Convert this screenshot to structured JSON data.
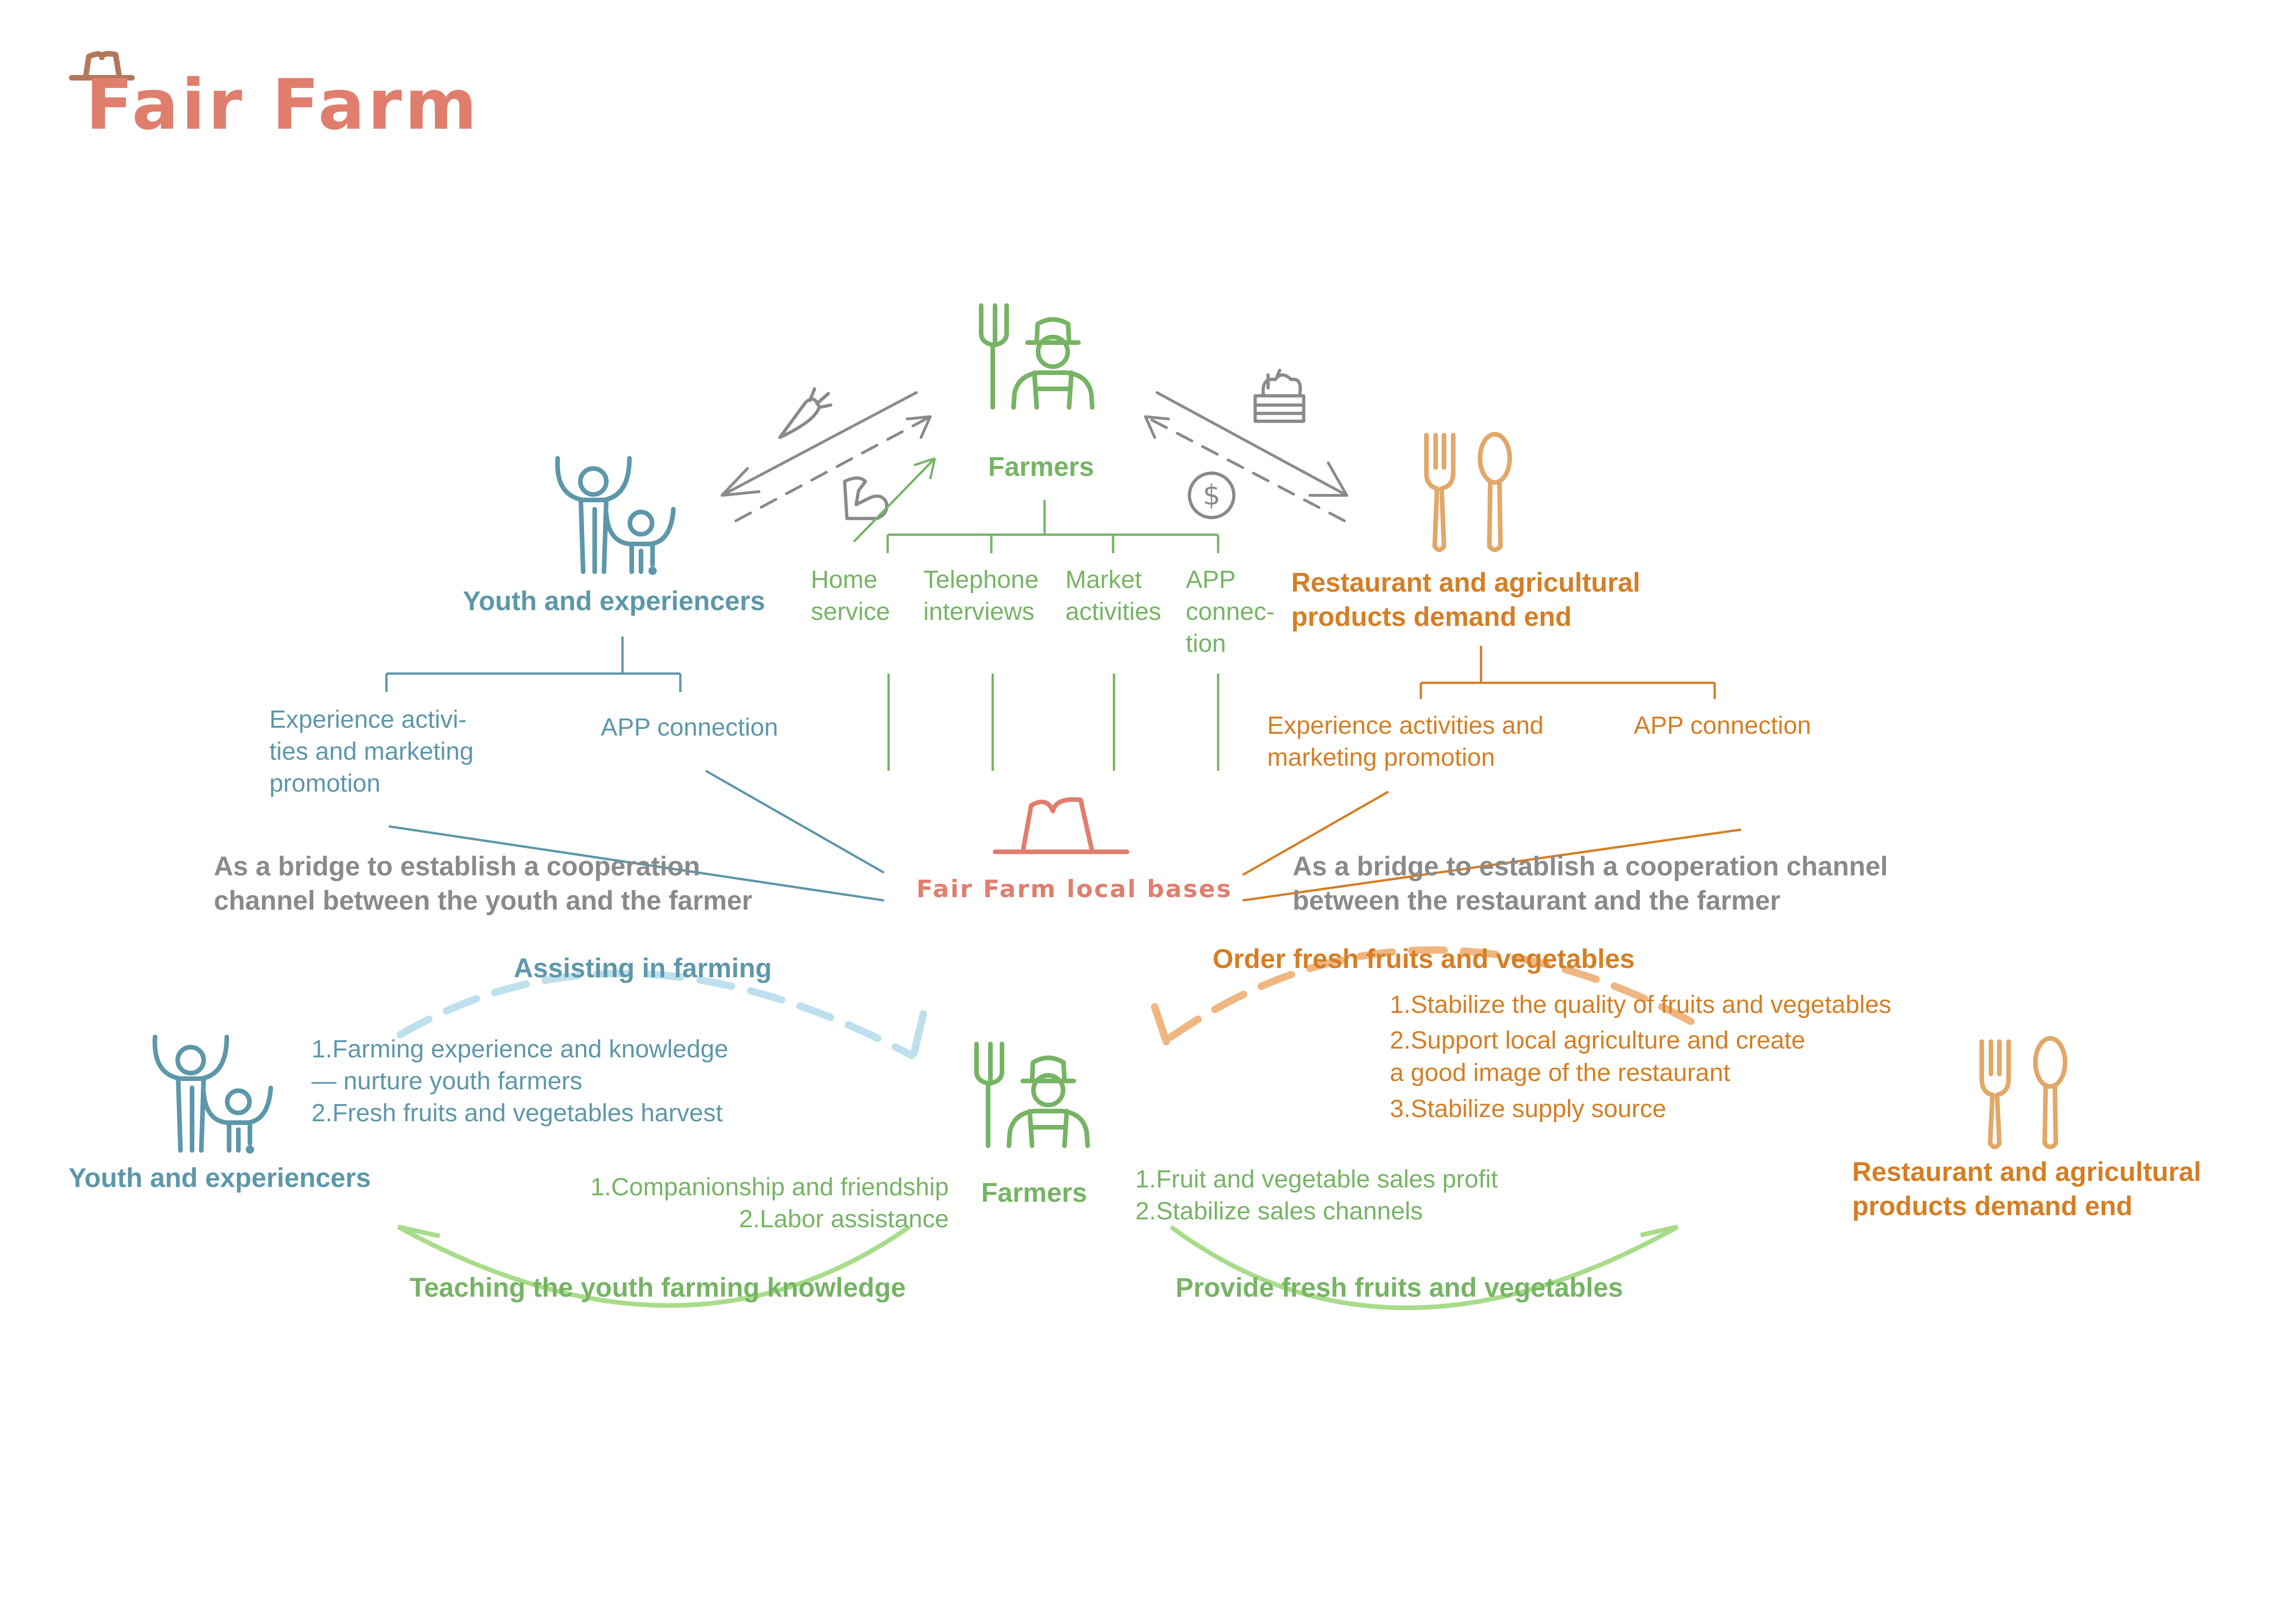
{
  "brand": {
    "title": "Fair Farm"
  },
  "colors": {
    "brand": "#e07e6e",
    "farmer": "#76b464",
    "youth": "#5d97aa",
    "restaurant": "#d57e24",
    "restaurant_icon": "#e2a868",
    "grey": "#8a8a8a",
    "arc_youth": "#bee0ee",
    "arc_green": "#a9dc8a",
    "arc_orange": "#f0b681"
  },
  "top": {
    "farmers_label": "Farmers",
    "youth_label": "Youth and experiencers",
    "restaurant_label_1": "Restaurant and agricultural",
    "restaurant_label_2": "products demand end",
    "farmer_branches": [
      {
        "line1": "Home",
        "line2": "service",
        "line3": ""
      },
      {
        "line1": "Telephone",
        "line2": "interviews",
        "line3": ""
      },
      {
        "line1": "Market",
        "line2": "activities",
        "line3": ""
      },
      {
        "line1": "APP",
        "line2": "connec-",
        "line3": "tion"
      }
    ],
    "youth_branches": [
      {
        "line1": "Experience activi-",
        "line2": "ties and marketing",
        "line3": "promotion"
      },
      {
        "line1": "APP connection",
        "line2": "",
        "line3": ""
      }
    ],
    "restaurant_branches": [
      {
        "line1": "Experience activities and",
        "line2": "marketing promotion"
      },
      {
        "line1": "APP connection",
        "line2": ""
      }
    ],
    "center_label": "Fair Farm local bases",
    "bridge_left_1": "As a bridge to establish a cooperation",
    "bridge_left_2": "channel between the youth and the farmer",
    "bridge_right_1": "As a bridge to establish a cooperation channel",
    "bridge_right_2": "between the restaurant and the farmer"
  },
  "bottom": {
    "youth_label": "Youth and experiencers",
    "farmers_label": "Farmers",
    "restaurant_label_1": "Restaurant and agricultural",
    "restaurant_label_2": "products demand end",
    "assisting": "Assisting in farming",
    "youth_gains": [
      "1.Farming experience and knowledge",
      "— nurture youth farmers",
      "2.Fresh fruits and vegetables harvest"
    ],
    "farmer_gains_from_youth": [
      "1.Companionship and friendship",
      "2.Labor assistance"
    ],
    "teaching": "Teaching the youth farming knowledge",
    "order": "Order fresh fruits and vegetables",
    "restaurant_gains": [
      "1.Stabilize the quality of fruits and vegetables",
      "2.Support local agriculture and create",
      "a good image of the restaurant",
      "3.Stabilize supply source"
    ],
    "farmer_gains_from_restaurant": [
      "1.Fruit and vegetable sales profit",
      "2.Stabilize sales channels"
    ],
    "provide": "Provide fresh fruits and vegetables"
  }
}
